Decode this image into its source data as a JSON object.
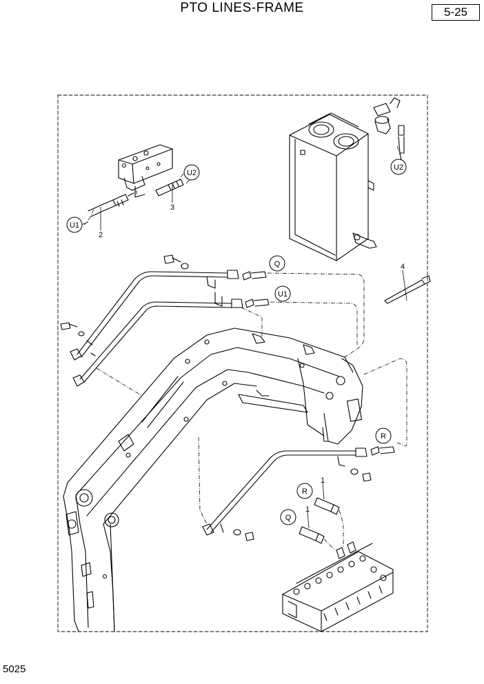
{
  "header": {
    "title": "PTO LINES-FRAME",
    "page_number": "5-25"
  },
  "footer": {
    "code": "5025"
  },
  "callouts": {
    "u1_upper": "U1",
    "u2_upper": "U2",
    "u2_tank": "U2",
    "q_upper": "Q",
    "u1_mid": "U1",
    "r_right": "R",
    "r_lower": "R",
    "q_lower": "Q"
  },
  "part_numbers": {
    "p2": "2",
    "p3": "3",
    "p4": "4",
    "p1_upper": "1",
    "p1_lower": "1"
  }
}
